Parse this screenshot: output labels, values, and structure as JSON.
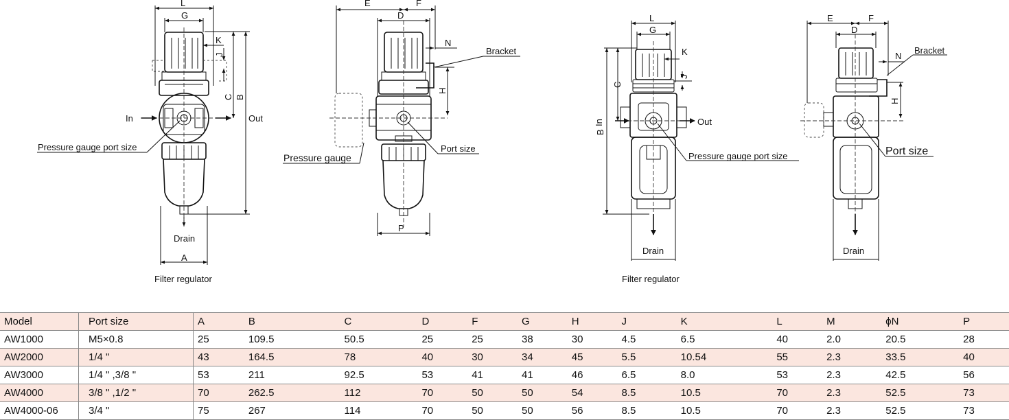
{
  "labels": {
    "dims": [
      "L",
      "G",
      "K",
      "J",
      "C",
      "B",
      "E",
      "D",
      "F",
      "N",
      "H",
      "A",
      "P"
    ],
    "in": "In",
    "out": "Out",
    "drain": "Drain",
    "bracket": "Bracket",
    "pressure_gauge_port_size": "Pressure gauge port size",
    "pressure_gauge": "Pressure gauge",
    "port_size": "Port size",
    "caption_left": "Filter regulator",
    "caption_right": "Filter regulator"
  },
  "table": {
    "headers": [
      "Model",
      "Port size",
      "A",
      "B",
      "C",
      "D",
      "F",
      "G",
      "H",
      "J",
      "K",
      "L",
      "M",
      "ϕN",
      "P"
    ],
    "rows": [
      [
        "AW1000",
        "M5×0.8",
        "25",
        "109.5",
        "50.5",
        "25",
        "25",
        "38",
        "30",
        "4.5",
        "6.5",
        "40",
        "2.0",
        "20.5",
        "28"
      ],
      [
        "AW2000",
        "1/4 \"",
        "43",
        "164.5",
        "78",
        "40",
        "30",
        "34",
        "45",
        "5.5",
        "10.54",
        "55",
        "2.3",
        "33.5",
        "40"
      ],
      [
        "AW3000",
        "1/4 \" ,3/8 \"",
        "53",
        "211",
        "92.5",
        "53",
        "41",
        "41",
        "46",
        "6.5",
        "8.0",
        "53",
        "2.3",
        "42.5",
        "56"
      ],
      [
        "AW4000",
        "3/8 \" ,1/2 \"",
        "70",
        "262.5",
        "112",
        "70",
        "50",
        "50",
        "54",
        "8.5",
        "10.5",
        "70",
        "2.3",
        "52.5",
        "73"
      ],
      [
        "AW4000-06",
        "3/4 \"",
        "75",
        "267",
        "114",
        "70",
        "50",
        "50",
        "56",
        "8.5",
        "10.5",
        "70",
        "2.3",
        "52.5",
        "73"
      ]
    ]
  },
  "colors": {
    "header_row": "#fbe6df",
    "alt_row": "#fbe6df",
    "line": "#111111"
  }
}
